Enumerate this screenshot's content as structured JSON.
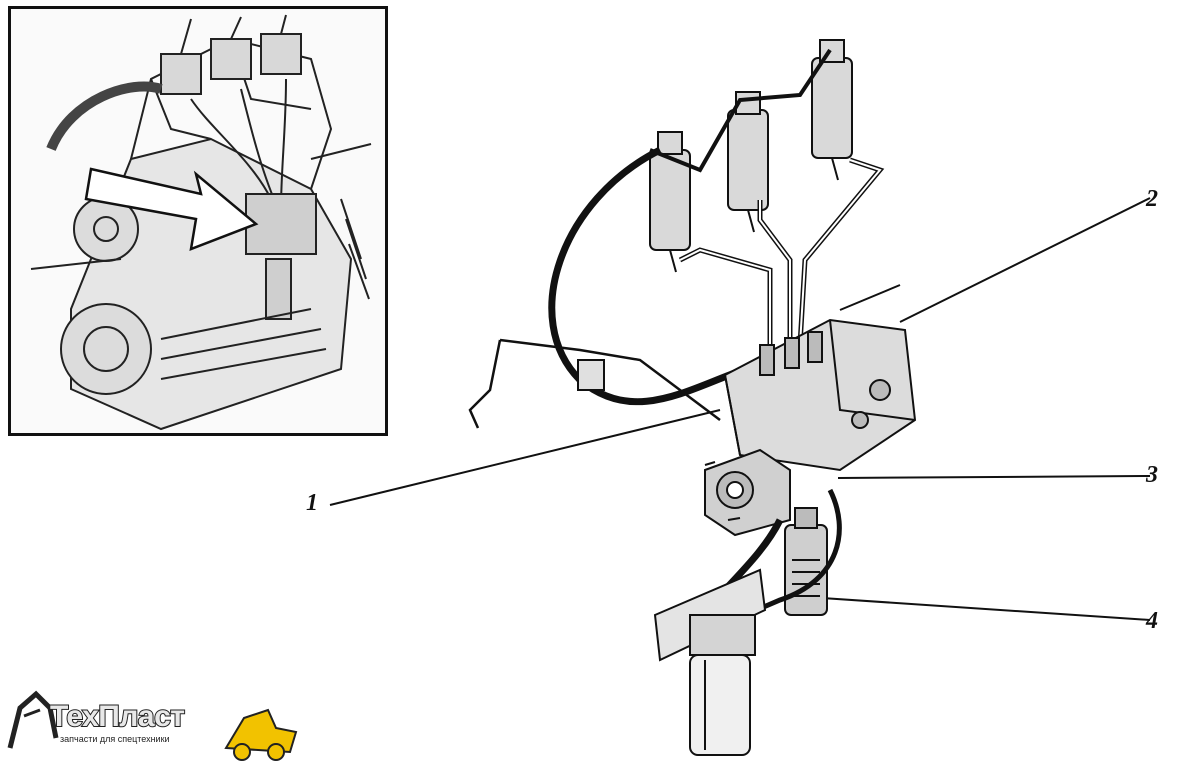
{
  "callouts": [
    {
      "id": "1",
      "label": "1"
    },
    {
      "id": "2",
      "label": "2"
    },
    {
      "id": "3",
      "label": "3"
    },
    {
      "id": "4",
      "label": "4"
    }
  ],
  "logo": {
    "name": "ТехПласт",
    "tagline": "запчасти для спецтехники",
    "color": "#f2c200"
  }
}
